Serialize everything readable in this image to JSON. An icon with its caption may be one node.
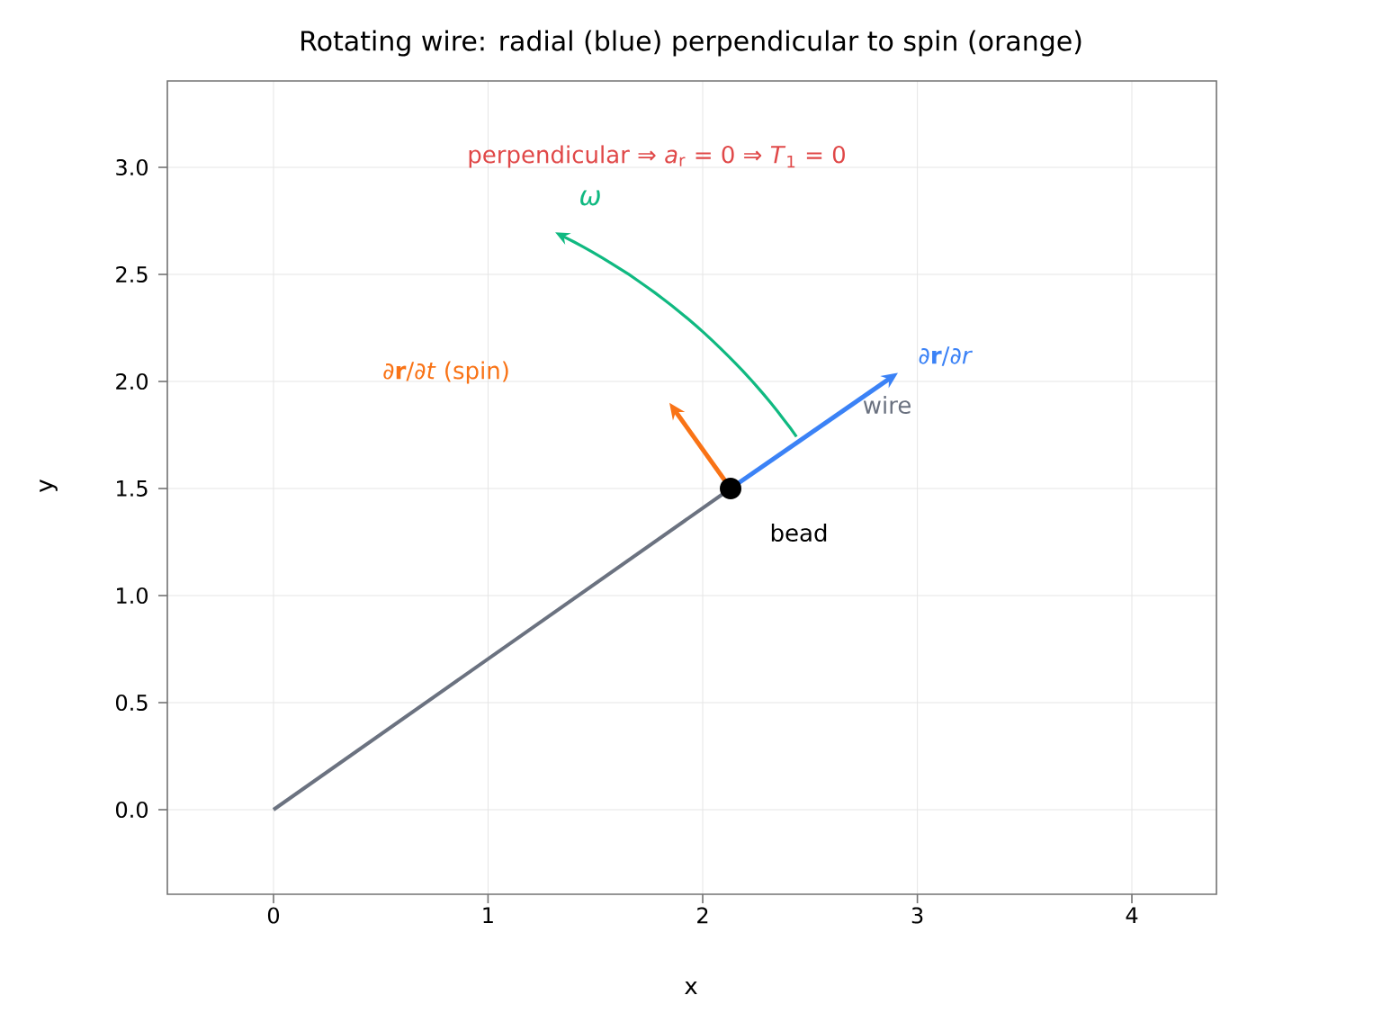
{
  "diagram": {
    "title": "Rotating wire: radial (blue) perpendicular to spin (orange)",
    "labels": [
      "perpendicular ⇒ *a*$_{r}$ = 0 ⇒ *T*$_{1}$ = 0",
      "ω",
      "∂**r**/∂*r*",
      "∂**r**/∂*t* (spin)",
      "wire",
      "bead",
      "3.0",
      "2.5",
      "2.0",
      "1.5",
      "1.0",
      "0.5",
      "0.0",
      "y",
      "0",
      "1",
      "2",
      "3",
      "4",
      "x"
    ]
  }
}
